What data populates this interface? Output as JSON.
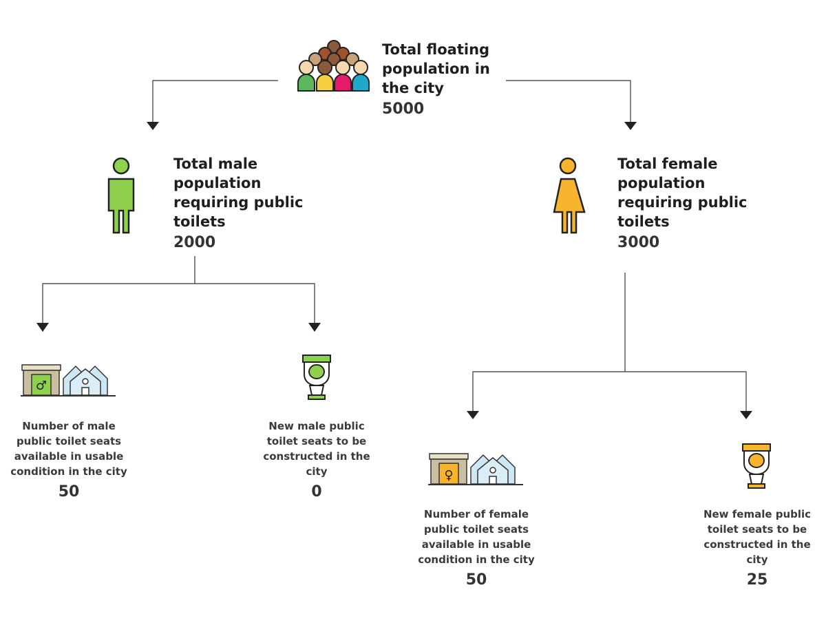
{
  "nodes": {
    "total": {
      "label": "Total floating population in the city",
      "value": "5000"
    },
    "male": {
      "label": "Total male population requiring public toilets",
      "value": "2000"
    },
    "female": {
      "label": "Total female population requiring public toilets",
      "value": "3000"
    }
  },
  "leaves": {
    "male_available": {
      "label": "Number of male public toilet seats available in usable condition in the city",
      "value": "50"
    },
    "male_new": {
      "label": "New male public toilet seats to be constructed in the city",
      "value": "0"
    },
    "female_available": {
      "label": "Number of female public toilet seats available in usable condition in the city",
      "value": "50"
    },
    "female_new": {
      "label": "New female public toilet seats to be constructed in the city",
      "value": "25"
    }
  },
  "colors": {
    "male": "#8fd14f",
    "female": "#f7b42c",
    "line": "#333333"
  },
  "icons": {
    "crowd": "crowd-icon",
    "male": "male-person-icon",
    "female": "female-person-icon",
    "male_building": "male-toilet-building-icon",
    "female_building": "female-toilet-building-icon",
    "male_toilet": "green-toilet-icon",
    "female_toilet": "yellow-toilet-icon"
  }
}
